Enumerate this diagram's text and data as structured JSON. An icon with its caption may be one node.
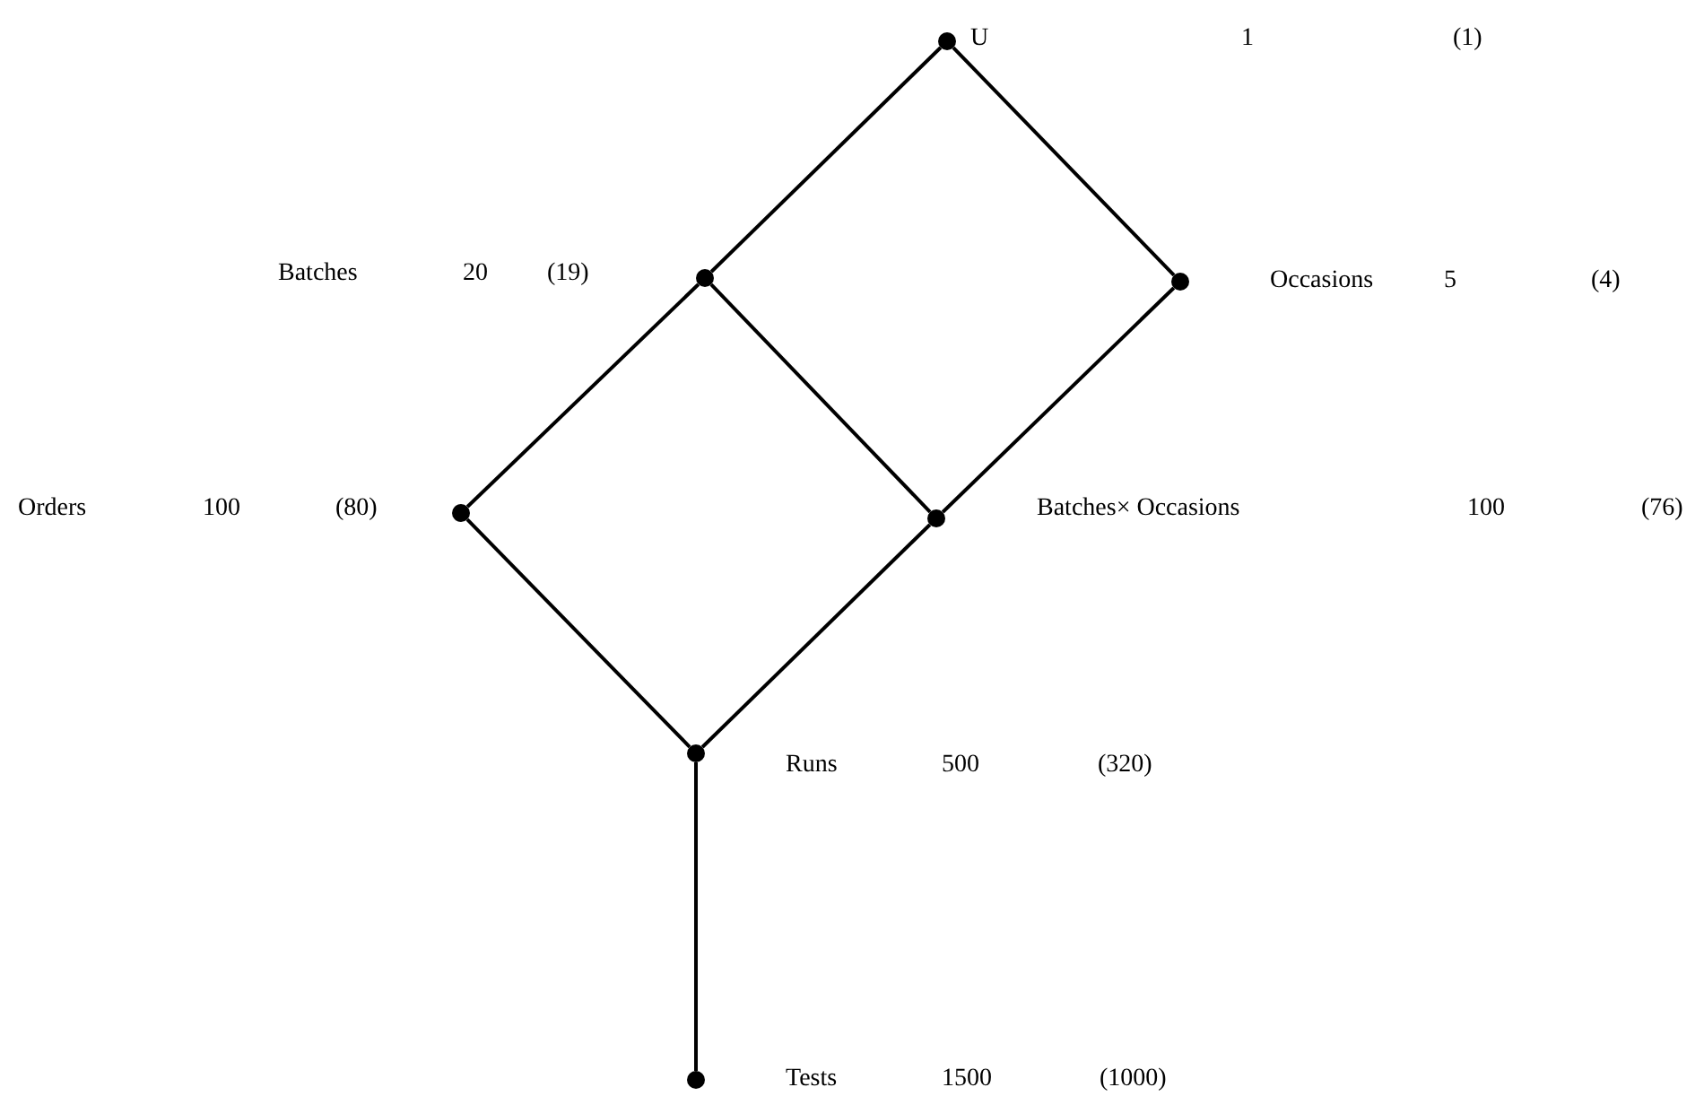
{
  "diagram": {
    "nodes": [
      {
        "text": [],
        "shape": "circle",
        "beside": [
          "U"
        ]
      },
      {
        "text": [],
        "shape": "circle",
        "beside": [
          "20",
          "(19)"
        ]
      },
      {
        "text": [],
        "shape": "circle",
        "beside": [
          "Occasions",
          "5"
        ]
      },
      {
        "text": [],
        "shape": "circle",
        "beside": [
          "100",
          "(80)"
        ]
      },
      {
        "text": [],
        "shape": "circle",
        "beside": [
          "Batches× Occasions"
        ]
      },
      {
        "text": [],
        "shape": "circle",
        "beside": [
          "Runs"
        ]
      },
      {
        "text": [],
        "shape": "circle",
        "beside": [
          "Tests"
        ]
      }
    ],
    "edges": [
      {
        "from": 0,
        "to": 1,
        "arrow": "none"
      },
      {
        "from": 0,
        "to": 2,
        "arrow": "none"
      },
      {
        "from": 1,
        "to": 3,
        "arrow": "none"
      },
      {
        "from": 1,
        "to": 4,
        "arrow": "none"
      },
      {
        "from": 2,
        "to": 4,
        "arrow": "none"
      },
      {
        "from": 3,
        "to": 5,
        "arrow": "none"
      },
      {
        "from": 4,
        "to": 5,
        "arrow": "none"
      },
      {
        "from": 5,
        "to": 6,
        "arrow": "none"
      }
    ],
    "labels": [
      "1",
      "(1)",
      "Batches",
      "(4)",
      "Orders",
      "100",
      "(76)",
      "500",
      "(320)",
      "1500",
      "(1000)"
    ]
  }
}
